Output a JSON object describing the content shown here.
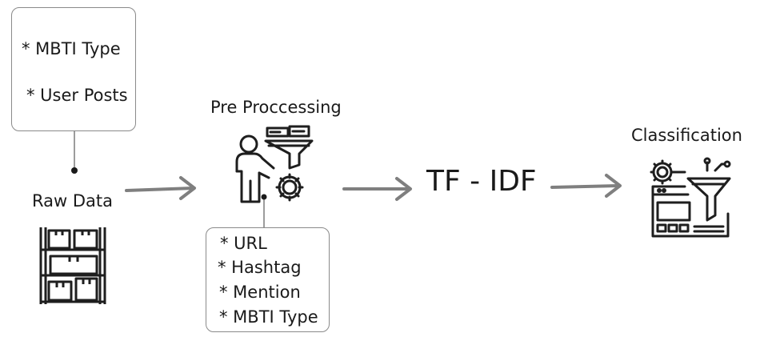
{
  "input_box": {
    "items": [
      "* MBTI Type",
      "* User Posts"
    ]
  },
  "raw_data": {
    "label": "Raw Data",
    "icon": "warehouse-shelf-boxes-icon"
  },
  "preprocessing": {
    "label": "Pre Proccessing",
    "icon": "person-funnel-gear-icon",
    "items": [
      "* URL",
      "* Hashtag",
      "* Mention",
      "* MBTI Type"
    ]
  },
  "tfidf": {
    "label": "TF - IDF"
  },
  "classification": {
    "label": "Classification",
    "icon": "dashboard-funnel-gear-icon"
  },
  "colors": {
    "arrow": "#7f7f7f",
    "icon_stroke": "#1e1e1e",
    "box_border": "#8a8a8a"
  }
}
